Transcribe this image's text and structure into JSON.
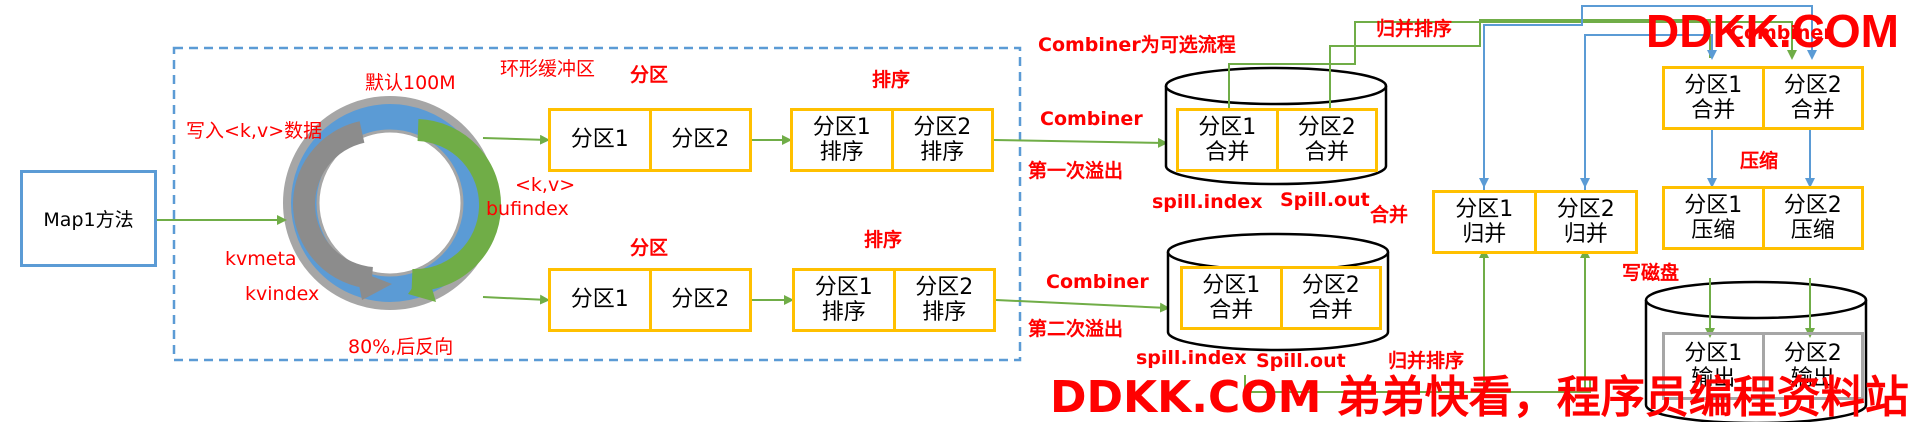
{
  "map_method": "Map1方法",
  "write_kv": "写入<k,v>数据",
  "default_100m": "默认100M",
  "ring_buffer": "环形缓冲区",
  "kvmeta": "kvmeta",
  "kvindex": "kvindex",
  "kv": "<k,v>",
  "bufindex": "bufindex",
  "reverse_80": "80%,后反向",
  "partition": "分区",
  "sort": "排序",
  "p1": "分区1",
  "p2": "分区2",
  "p1_sort": "分区1\n排序",
  "p2_sort": "分区2\n排序",
  "combiner_optional": "Combiner为可选流程",
  "combiner": "Combiner",
  "first_spill": "第一次溢出",
  "second_spill": "第二次溢出",
  "p1_merge": "分区1\n合并",
  "p2_merge": "分区2\n合并",
  "spill_index": "spill.index",
  "spill_out": "Spill.out",
  "merge": "合并",
  "merge_sort": "归并排序",
  "p1_guibing": "分区1\n归并",
  "p2_guibing": "分区2\n归并",
  "combiner_top": "Combiner",
  "compress": "压缩",
  "p1_compress": "分区1\n压缩",
  "p2_compress": "分区2\n压缩",
  "write_disk": "写磁盘",
  "p1_output": "分区1\n输出",
  "p2_output": "分区2\n输出",
  "watermark_top": "DDKK.COM",
  "watermark_bottom": "DDKK.COM 弟弟快看，程序员编程资料站",
  "colors": {
    "box_border": "#ffc000",
    "blue_line": "#5b9bd5",
    "green_line": "#70ad47",
    "ring_outer": "#5b9bd5",
    "red_text": "#ff0000"
  }
}
